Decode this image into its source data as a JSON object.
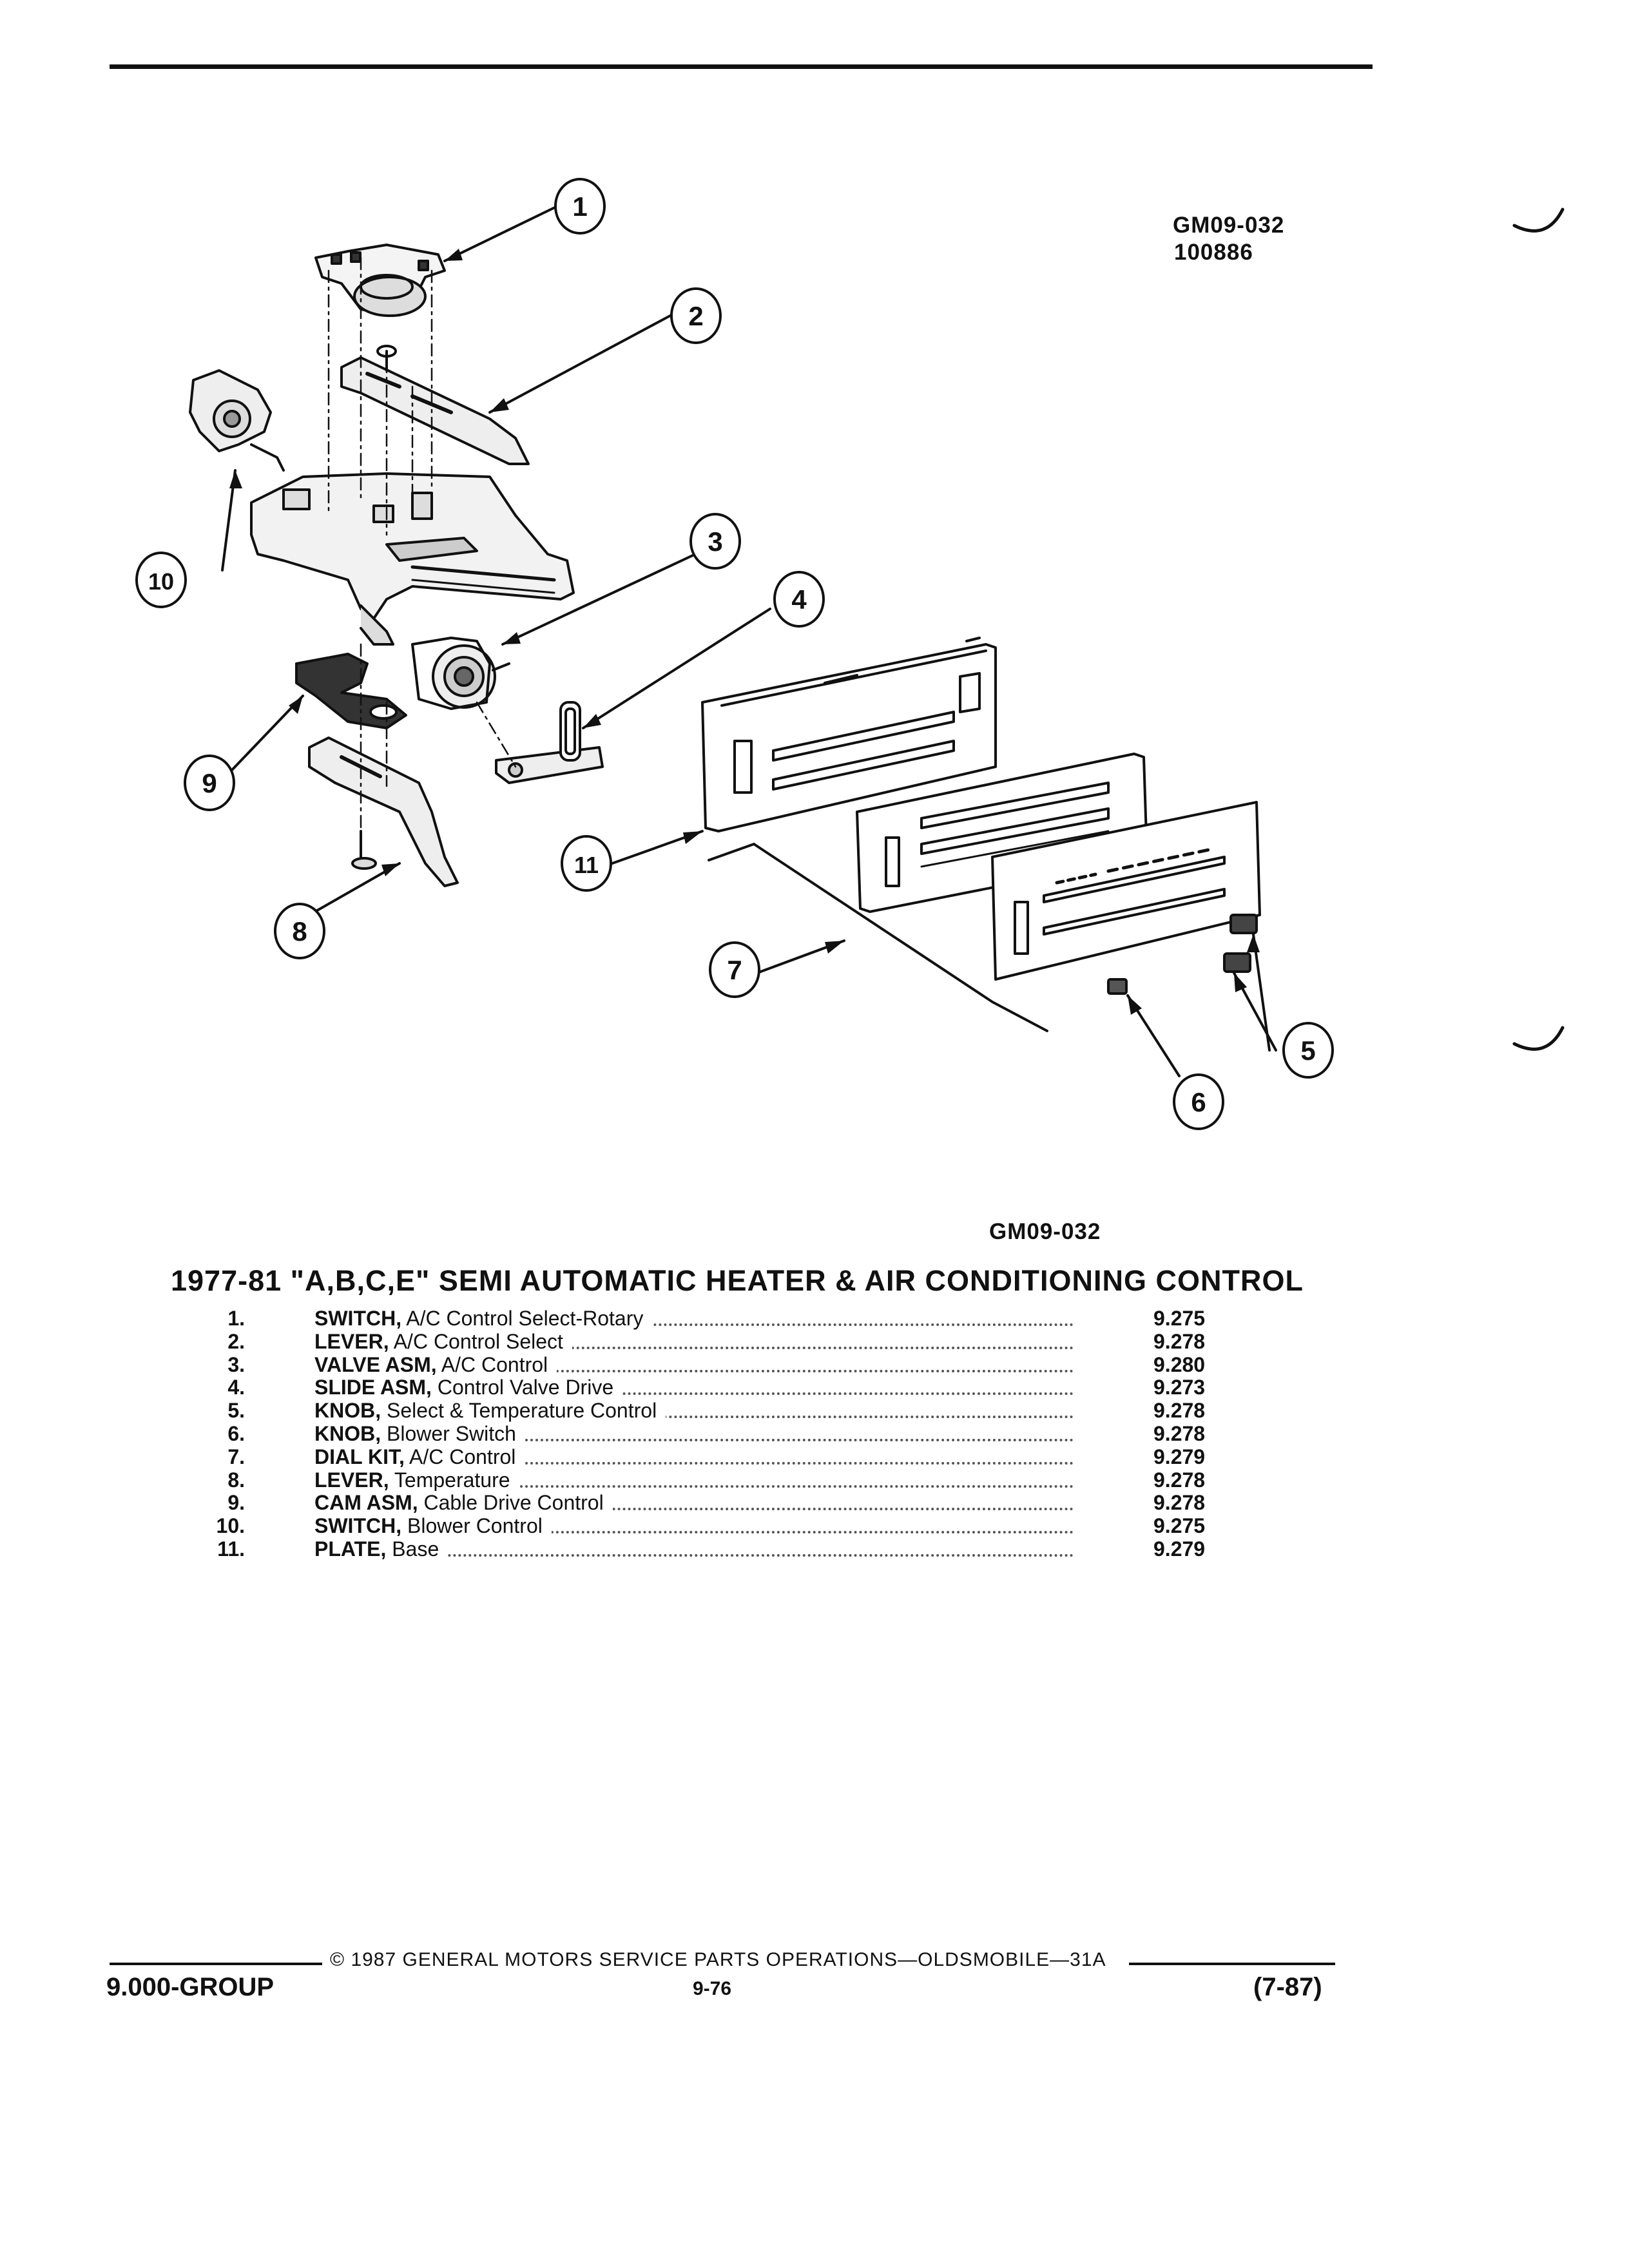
{
  "figure": {
    "id_top": "GM09-032",
    "number": "100886",
    "id_bottom": "GM09-032",
    "callouts": [
      "1",
      "2",
      "3",
      "4",
      "5",
      "6",
      "7",
      "8",
      "9",
      "10",
      "11"
    ]
  },
  "title": "1977-81 \"A,B,C,E\" SEMI AUTOMATIC HEATER & AIR CONDITIONING CONTROL",
  "parts": [
    {
      "num": "1.",
      "name": "SWITCH,",
      "desc": " A/C Control Select-Rotary",
      "ref": "9.275"
    },
    {
      "num": "2.",
      "name": "LEVER,",
      "desc": " A/C Control Select",
      "ref": "9.278"
    },
    {
      "num": "3.",
      "name": "VALVE ASM,",
      "desc": " A/C Control",
      "ref": "9.280"
    },
    {
      "num": "4.",
      "name": "SLIDE ASM,",
      "desc": " Control Valve Drive",
      "ref": "9.273"
    },
    {
      "num": "5.",
      "name": "KNOB,",
      "desc": " Select & Temperature Control",
      "ref": "9.278"
    },
    {
      "num": "6.",
      "name": "KNOB,",
      "desc": " Blower Switch",
      "ref": "9.278"
    },
    {
      "num": "7.",
      "name": "DIAL KIT,",
      "desc": " A/C Control",
      "ref": "9.279"
    },
    {
      "num": "8.",
      "name": "LEVER,",
      "desc": " Temperature",
      "ref": "9.278"
    },
    {
      "num": "9.",
      "name": "CAM ASM,",
      "desc": " Cable Drive Control",
      "ref": "9.278"
    },
    {
      "num": "10.",
      "name": "SWITCH,",
      "desc": " Blower Control",
      "ref": "9.275"
    },
    {
      "num": "11.",
      "name": "PLATE,",
      "desc": " Base",
      "ref": "9.279"
    }
  ],
  "footer": {
    "copyright": "© 1987 GENERAL MOTORS SERVICE PARTS OPERATIONS—OLDSMOBILE—31A",
    "group": "9.000-GROUP",
    "page": "9-76",
    "date": "(7-87)"
  }
}
